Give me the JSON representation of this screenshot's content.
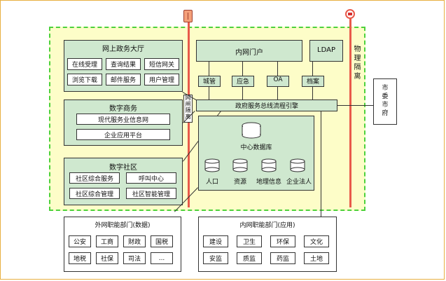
{
  "online_hall": {
    "title": "网上政务大厅",
    "items": [
      "在线受理",
      "查询结果",
      "短信网关",
      "浏览下载",
      "邮件服务",
      "用户管理"
    ]
  },
  "digital_commerce": {
    "title": "数字商务",
    "items": [
      "现代服务业信息网",
      "企业应用平台"
    ]
  },
  "digital_community": {
    "title": "数字社区",
    "items": [
      "社区综合服务",
      "呼叫中心",
      "社区综合管理",
      "社区智能管理"
    ]
  },
  "intranet_portal": "内网门户",
  "ldap": "LDAP",
  "modules": [
    "城管",
    "应急",
    "OA",
    "档案"
  ],
  "bus": "政府服务总线流程引擎",
  "network_isolation": "网闸隔离",
  "physical_isolation": "物理隔离",
  "city_committee": "市委市府",
  "central_db": {
    "title": "中心数据库",
    "dbs": [
      "人口",
      "资源",
      "地理信息",
      "企业法人"
    ]
  },
  "external_depts": {
    "title": "外网职能部门(数据)",
    "items": [
      "公安",
      "工商",
      "财政",
      "国税",
      "地税",
      "社保",
      "司法",
      "..."
    ]
  },
  "internal_depts": {
    "title": "内网职能部门(应用)",
    "items": [
      "建设",
      "卫生",
      "环保",
      "文化",
      "安监",
      "质监",
      "药监",
      "土地"
    ]
  },
  "colors": {
    "green_fill": "#cfe8cf",
    "yellow_region": "#fdfdc8",
    "dashed_border": "#4cd13c",
    "isolation_line": "#e85a4a"
  }
}
